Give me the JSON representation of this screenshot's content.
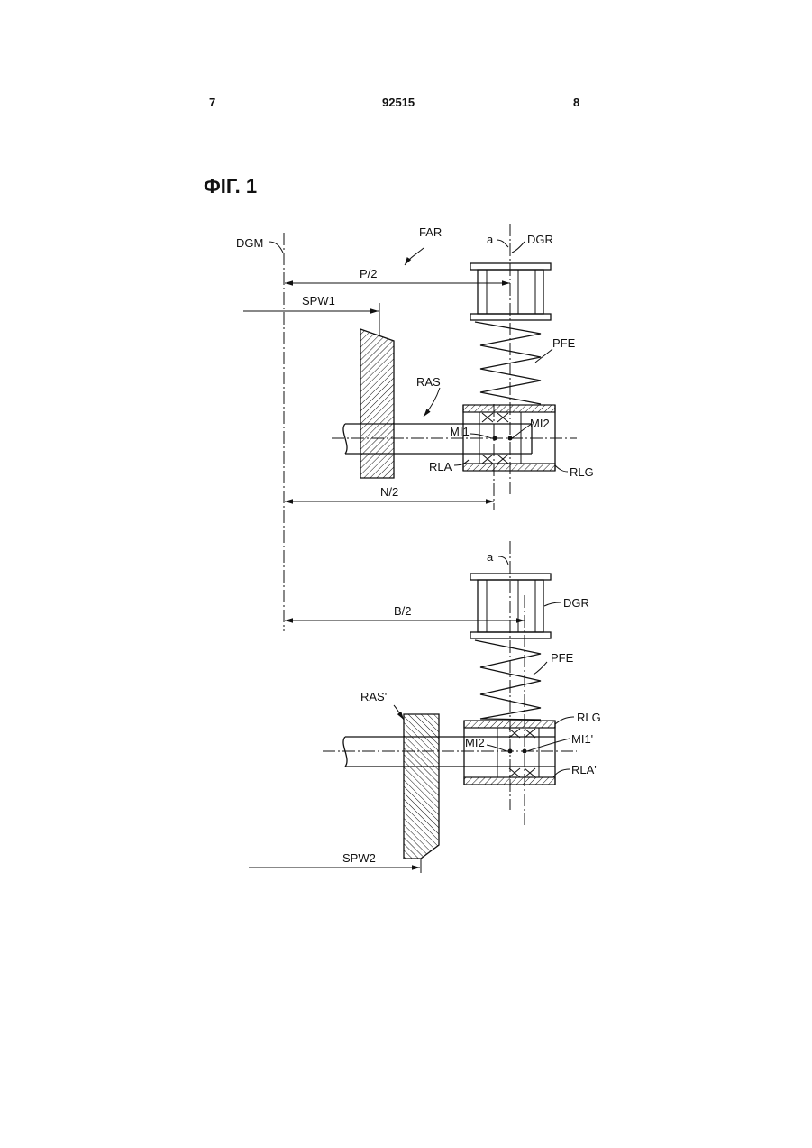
{
  "header": {
    "page_left": "7",
    "document_number": "92515",
    "page_right": "8"
  },
  "figure": {
    "title": "ФІГ. 1",
    "labels": {
      "dgm": "DGM",
      "far": "FAR",
      "a_top": "a",
      "dgr_top": "DGR",
      "p_half": "P/2",
      "spw1": "SPW1",
      "pfe_top": "PFE",
      "ras": "RAS",
      "mi1": "MI1",
      "mi2_top": "MI2",
      "rla": "RLA",
      "rlg_top": "RLG",
      "n_half": "N/2",
      "a_bottom": "a",
      "dgr_bottom": "DGR",
      "b_half": "B/2",
      "pfe_bottom": "PFE",
      "ras_prime": "RAS'",
      "rlg_bottom": "RLG",
      "mi2_bottom": "MI2",
      "mi1_prime": "MI1'",
      "rla_prime": "RLA'",
      "spw2": "SPW2"
    }
  }
}
